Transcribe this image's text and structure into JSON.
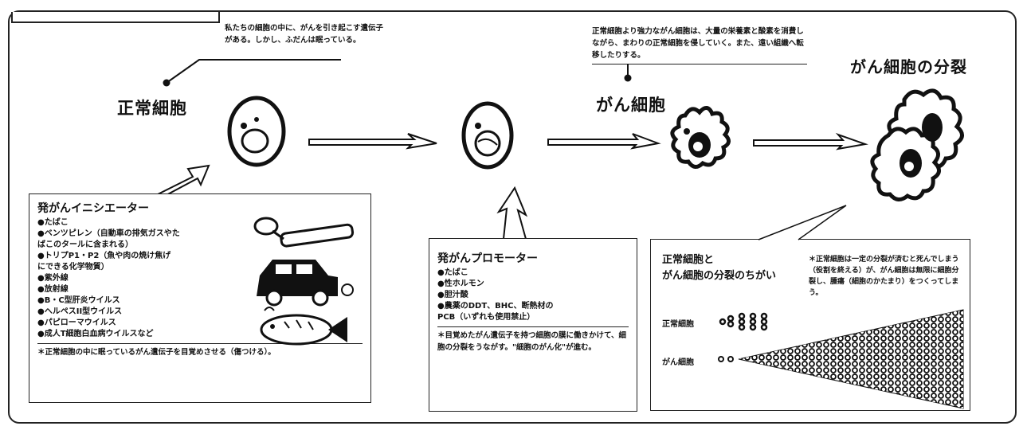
{
  "headings": {
    "normal_cell": "正常細胞",
    "cancer_cell": "がん細胞",
    "cancer_division": "がん細胞の分裂"
  },
  "notes": {
    "normal_cell_note": "私たちの細胞の中に、がんを引き起こす遺伝子がある。しかし、ふだんは眠っている。",
    "cancer_cell_note": "正常細胞より強力ながん細胞は、大量の栄養素と酸素を消費しながら、まわりの正常細胞を侵していく。また、遠い組織へ転移したりする。"
  },
  "initiator_box": {
    "title": "発がんイニシエーター",
    "items": [
      "●たばこ",
      "●ベンツピレン（自動車の排気ガスやた",
      "ばこのタールに含まれる）",
      "●トリプP1・P2（魚や肉の焼け焦げ",
      "にできる化学物質）",
      "●紫外線",
      "●放射線",
      "●B・C型肝炎ウイルス",
      "●ヘルペスII型ウイルス",
      "●パピローマウイルス",
      "●成人T細胞白血病ウイルスなど"
    ],
    "description": "＊正常細胞の中に眠っているがん遺伝子を目覚めさせる（傷つける）。"
  },
  "promoter_box": {
    "title": "発がんプロモーター",
    "items": [
      "●たばこ",
      "●性ホルモン",
      "●胆汁酸",
      "●農薬のDDT、BHC、断熱材の",
      "PCB（いずれも使用禁止）"
    ],
    "description": "＊目覚めたがん遺伝子を持つ細胞の膜に働きかけて、細胞の分裂をうながす。\"細胞のがん化\"が進む。"
  },
  "comparison_box": {
    "title_line1": "正常細胞と",
    "title_line2": "がん細胞の分裂のちがい",
    "description": "＊正常細胞は一定の分裂が済むと死んでしまう（役割を終える）が、がん細胞は無限に細胞分裂し、腫瘍（細胞のかたまり）をつくってしまう。",
    "row_normal_label": "正常細胞",
    "row_cancer_label": "がん細胞"
  }
}
